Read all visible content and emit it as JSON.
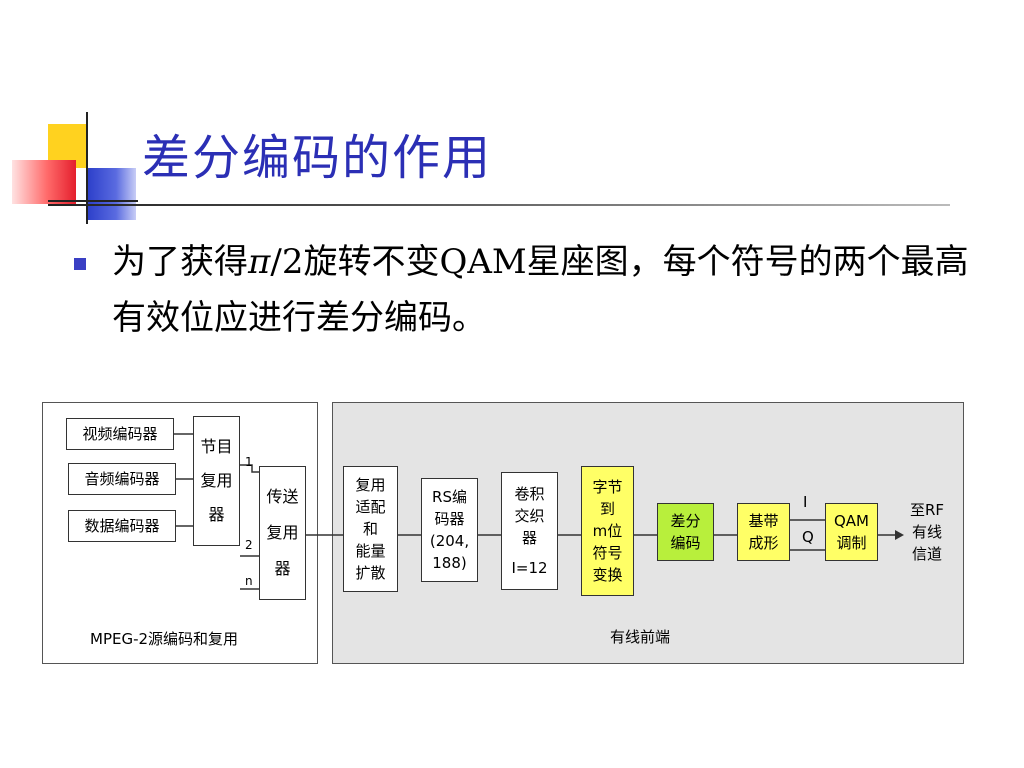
{
  "slide": {
    "title": "差分编码的作用",
    "bullet": {
      "part1": "为了获得",
      "pi": "π",
      "part2": "/2旋转不变QAM星座图，每个符号的两个最高有效位应进行差分编码。"
    }
  },
  "diagram": {
    "left_panel_label": "MPEG-2源编码和复用",
    "right_panel_label": "有线前端",
    "encoders": [
      "视频编码器",
      "音频编码器",
      "数据编码器"
    ],
    "program_mux": [
      "节目",
      "复用",
      "器"
    ],
    "transport_mux": [
      "传送",
      "复用",
      "器"
    ],
    "port_labels": [
      "1",
      "2",
      "n"
    ],
    "mux_adapt": [
      "复用",
      "适配",
      "和",
      "能量",
      "扩散"
    ],
    "rs_encoder": [
      "RS编",
      "码器",
      "(204,",
      "188)"
    ],
    "interleaver": [
      "卷积",
      "交织",
      "器",
      "I=12"
    ],
    "byte_to_symbol": [
      "字节",
      "到",
      "m位",
      "符号",
      "变换"
    ],
    "diff_encoder": [
      "差分",
      "编码"
    ],
    "baseband_shaping": [
      "基带",
      "成形"
    ],
    "iq_labels": [
      "I",
      "Q"
    ],
    "qam_mod": [
      "QAM",
      "调制"
    ],
    "output": [
      "至RF",
      "有线",
      "信道"
    ]
  },
  "colors": {
    "title": "#2b2fb5",
    "highlight_yellow": "#ffff66",
    "highlight_green": "#b8ef3c",
    "panel_gray": "#e4e4e4"
  }
}
